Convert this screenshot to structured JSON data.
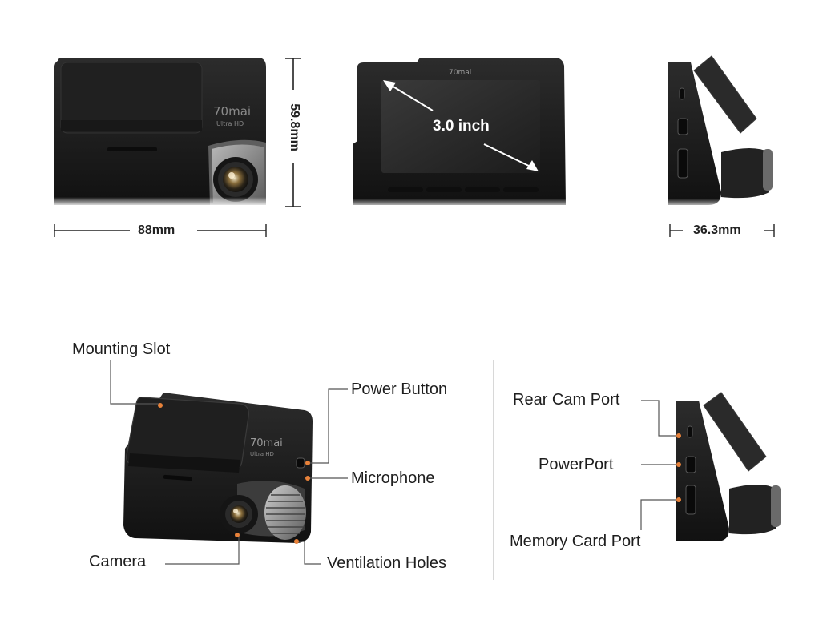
{
  "dimensions": {
    "width": "88mm",
    "height": "59.8mm",
    "depth": "36.3mm",
    "screen": "3.0 inch"
  },
  "brand": {
    "logo": "70mai",
    "sub": "Ultra HD"
  },
  "callouts": {
    "mounting_slot": "Mounting Slot",
    "power_button": "Power Button",
    "microphone": "Microphone",
    "camera": "Camera",
    "ventilation_holes": "Ventilation Holes",
    "rear_cam_port": "Rear Cam Port",
    "power_port": "PowerPort",
    "memory_card_port": "Memory Card Port"
  },
  "colors": {
    "accent_dot": "#e8823a",
    "body": "#1b1b1b",
    "label": "#1e1e1e"
  }
}
